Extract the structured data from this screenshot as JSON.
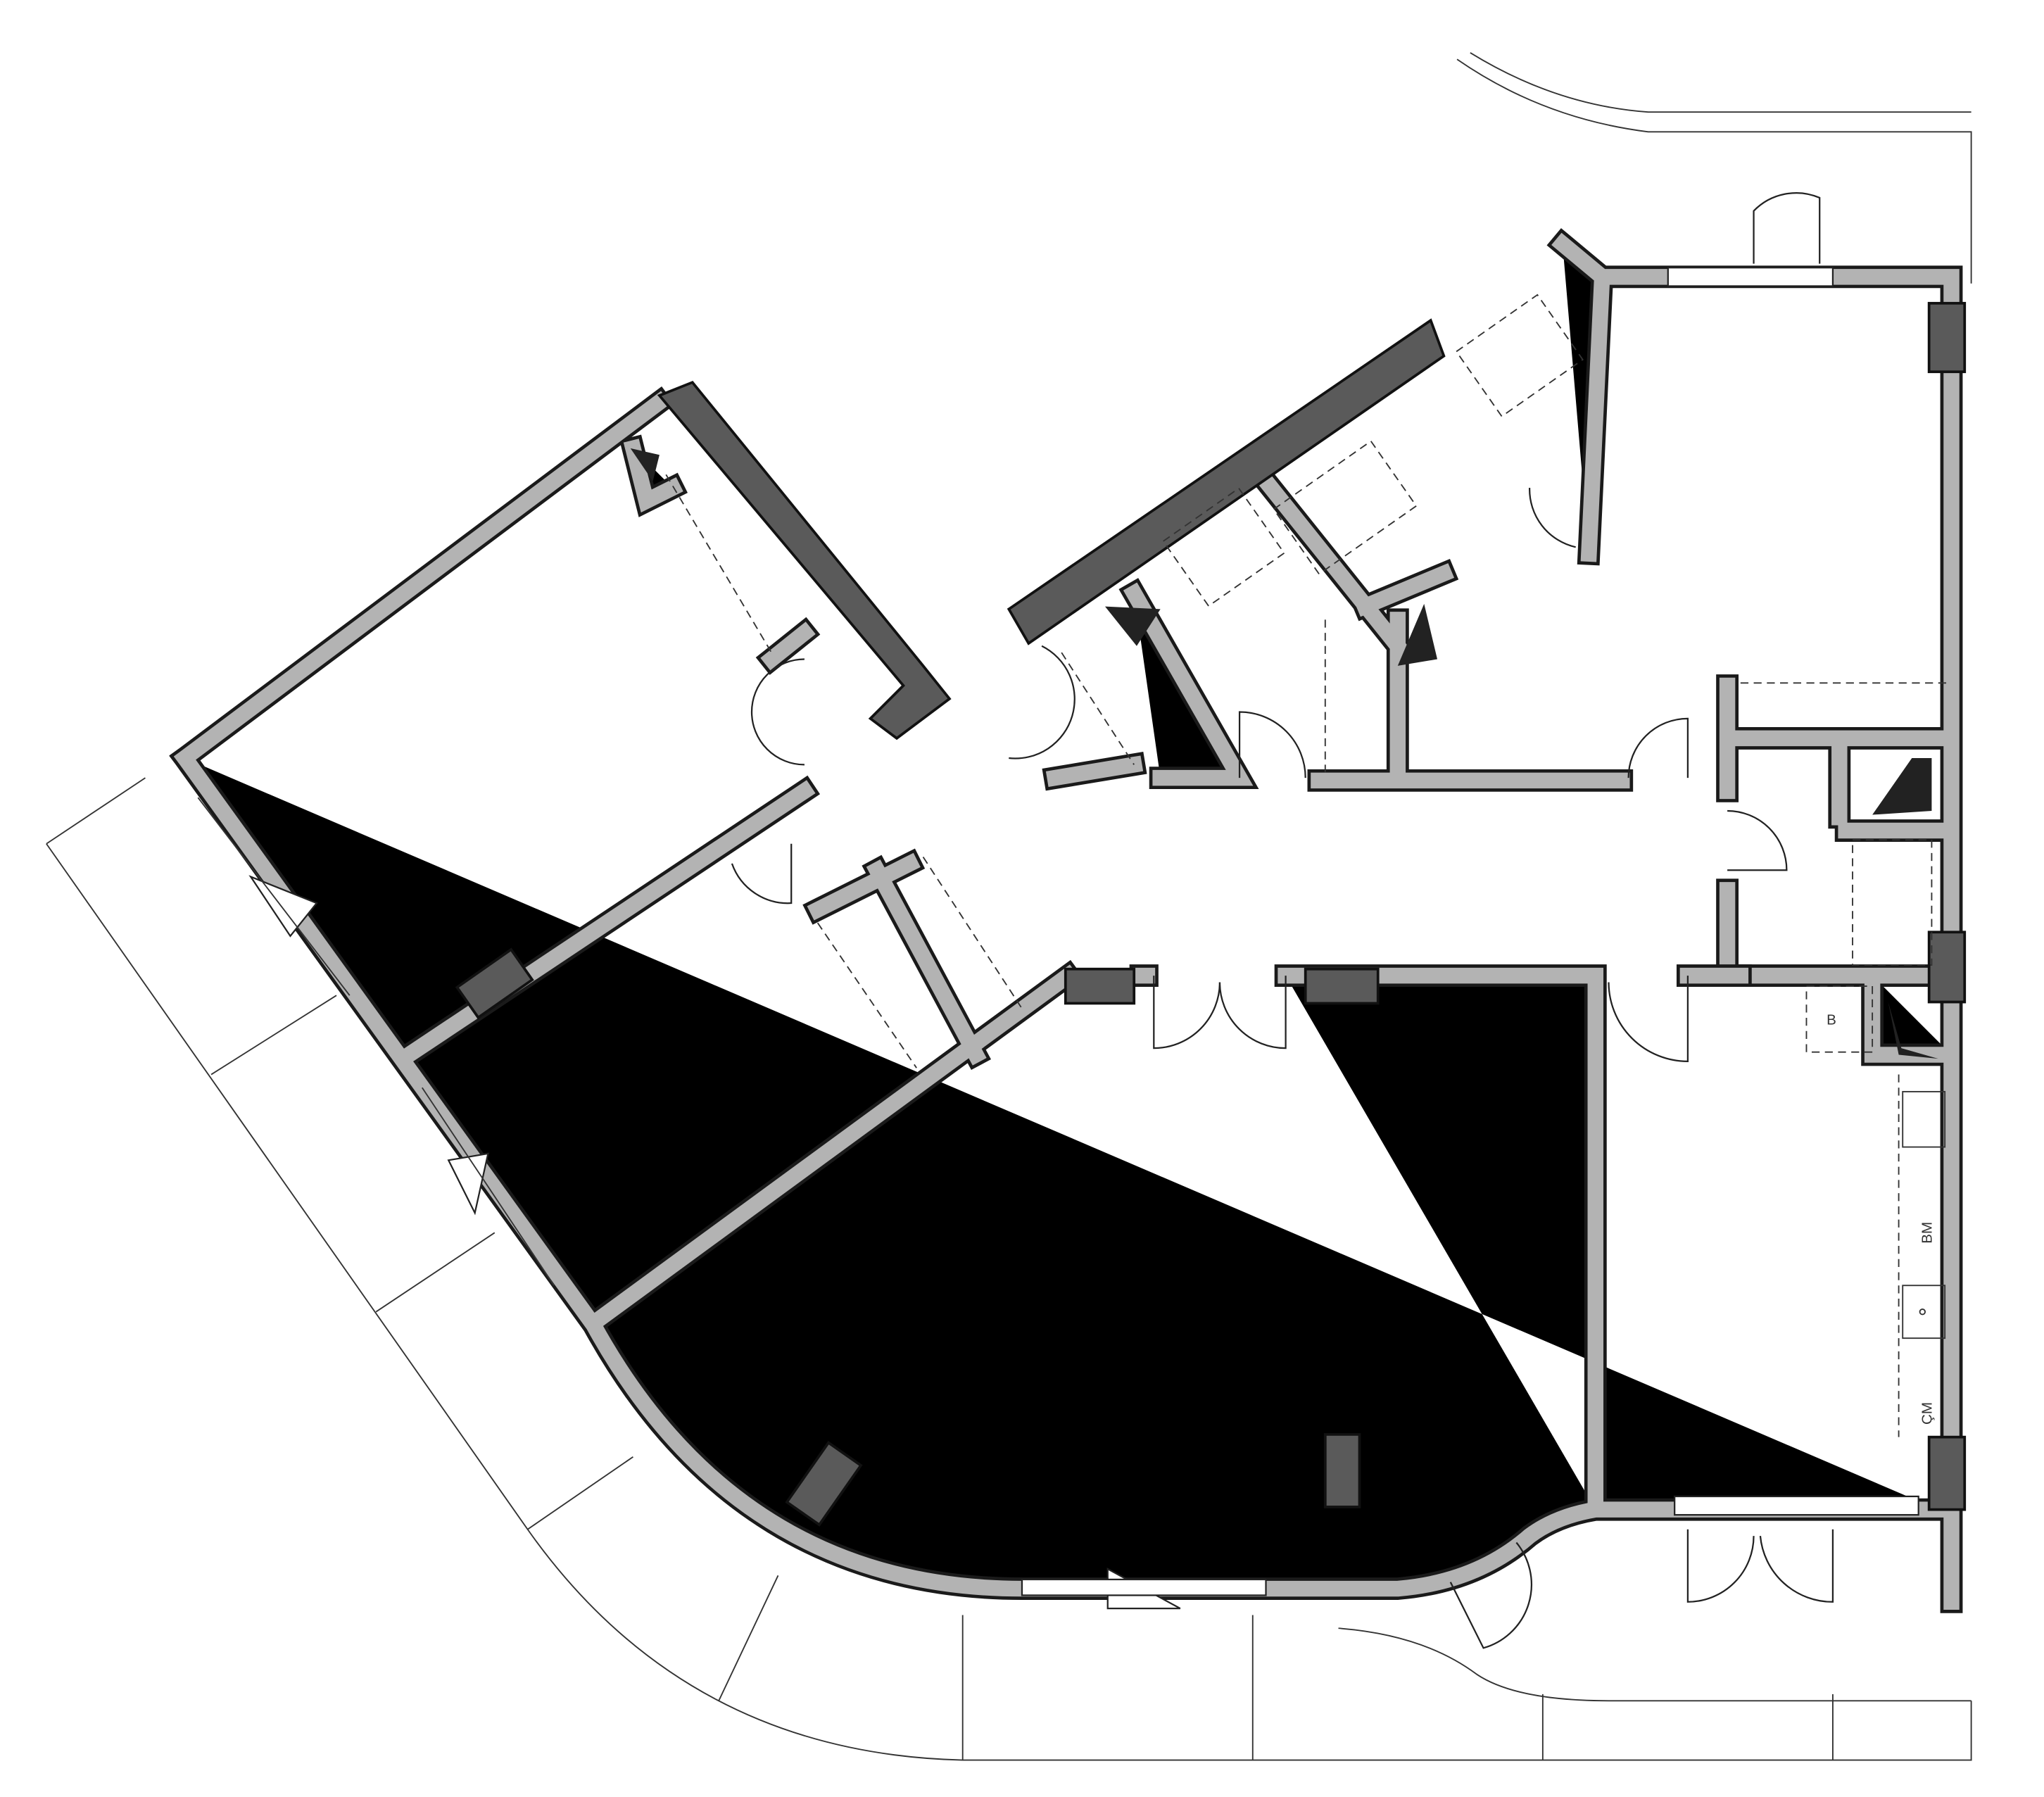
{
  "labels": {
    "storage": "B",
    "dishwasher": "BM",
    "washing_machine": "ÇM"
  },
  "colors": {
    "wall_fill": "#b3b3b3",
    "wall_outline": "#1a1a1a",
    "column": "#5a5a5a",
    "background": "#ffffff"
  }
}
